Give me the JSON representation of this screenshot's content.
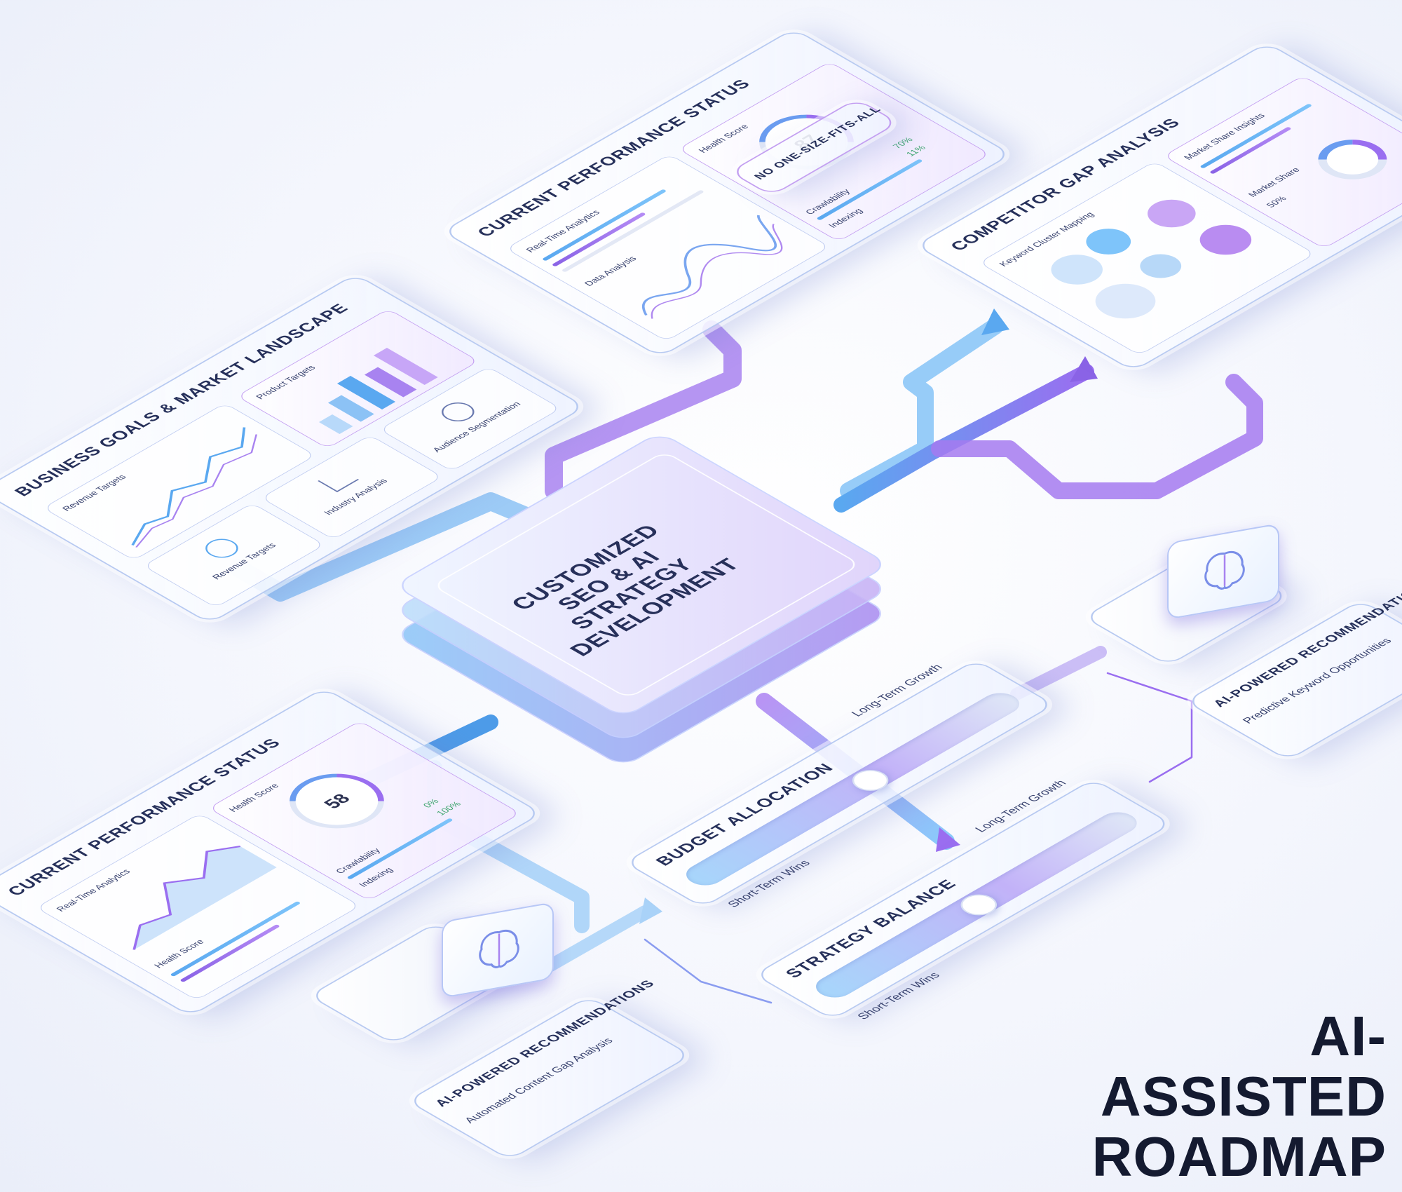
{
  "headline": {
    "line1": "AI-ASSISTED",
    "line2": "ROADMAP"
  },
  "center": {
    "line1": "CUSTOMIZED",
    "line2": "SEO & AI STRATEGY",
    "line3": "DEVELOPMENT"
  },
  "business_goals": {
    "title": "BUSINESS GOALS & MARKET LANDSCAPE",
    "revenue_targets": "Revenue Targets",
    "product_targets": "Product Targets",
    "industry_analysis": "Industry Analysis",
    "audience_segmentation": "Audience Segmentation",
    "revenue_targets_2": "Revenue Targets"
  },
  "performance_top": {
    "title": "CURRENT PERFORMANCE STATUS",
    "realtime": "Real-Time Analytics",
    "data_analysis": "Data Analysis",
    "health_score_label": "Health Score",
    "health_score": "87",
    "pct1": "70%",
    "pct2": "11%",
    "row1": "Crawlability",
    "row2": "Indexing"
  },
  "no_one_size": {
    "text": "NO ONE-SIZE-FITS-ALL"
  },
  "competitor": {
    "title": "COMPETITOR GAP ANALYSIS",
    "keyword_cluster": "Keyword Cluster Mapping",
    "market_share_insights": "Market Share Insights",
    "market_share": "Market Share",
    "market_share_pct": "50%"
  },
  "performance_bottom": {
    "title": "CURRENT PERFORMANCE STATUS",
    "health_score_label": "Health Score",
    "health_score": "58",
    "realtime": "Real-Time Analytics",
    "health_score_bar": "Health Score",
    "pct1": "0%",
    "pct2": "100%",
    "row1": "Crawlability",
    "row2": "Indexing"
  },
  "budget": {
    "title": "BUDGET ALLOCATION",
    "left": "Short-Term Wins",
    "right": "Long-Term Growth",
    "level_pct": 55
  },
  "strategy": {
    "title": "STRATEGY BALANCE",
    "left": "Short-Term Wins",
    "right": "Long-Term Growth",
    "level_pct": 50
  },
  "ai_rec_right": {
    "title": "AI-POWERED RECOMMENDATIONS",
    "detail": "Predictive Keyword Opportunities"
  },
  "ai_rec_bottom": {
    "title": "AI-POWERED RECOMMENDATIONS",
    "detail": "Automated Content Gap Analysis"
  },
  "colors": {
    "blue": "#5aa8f0",
    "purple": "#8a63e6",
    "cyan": "#7ec4fa"
  }
}
